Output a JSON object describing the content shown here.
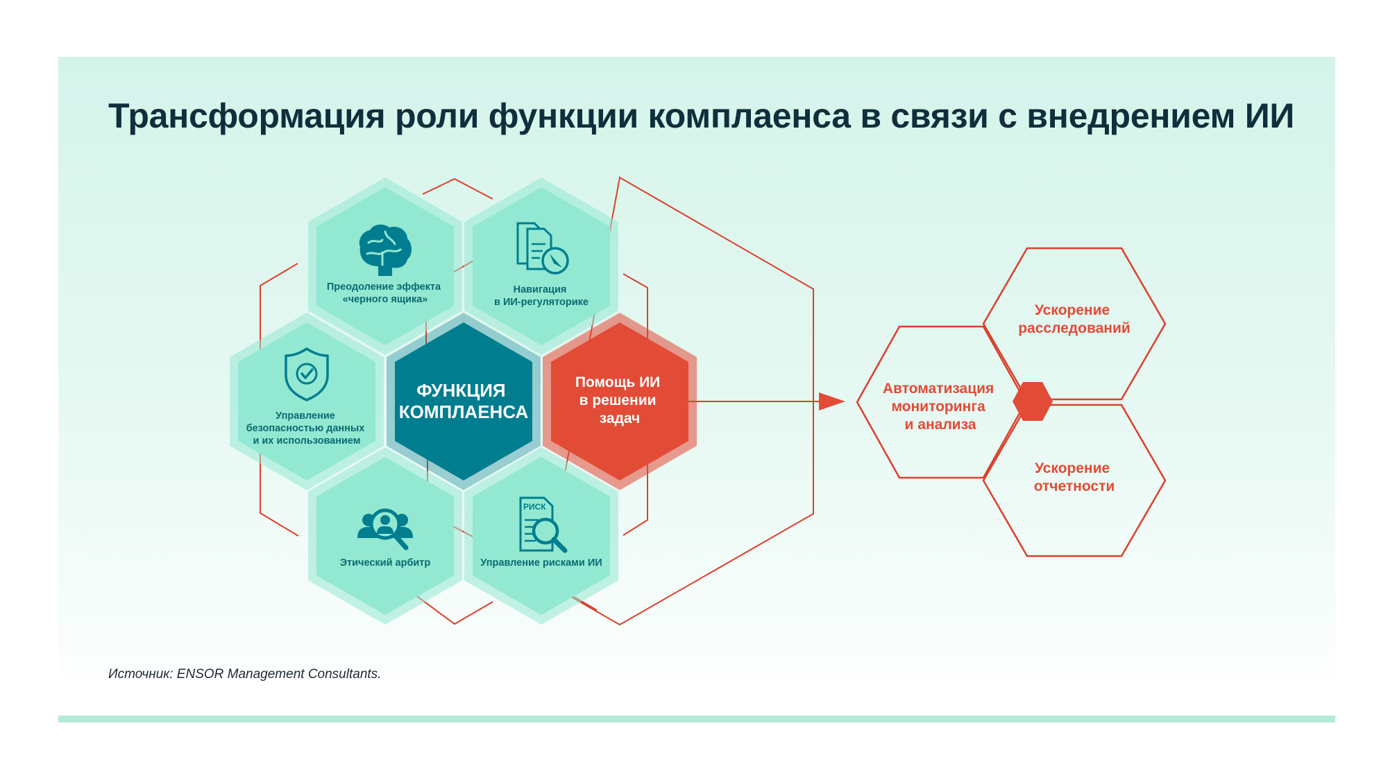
{
  "title": "Трансформация роли функции комплаенса в связи с внедрением ИИ",
  "source": "Источник: ENSOR Management Consultants.",
  "colors": {
    "teal_light": "#93e8d1",
    "teal_dark": "#007d8f",
    "teal_text": "#0a6a73",
    "red": "#e24b36",
    "red_line": "#dc3f2a",
    "title": "#0f2f3d"
  },
  "center": {
    "label_lines": [
      "ФУНКЦИЯ",
      "КОМПЛАЕНСА"
    ]
  },
  "ai_help": {
    "label_lines": [
      "Помощь ИИ",
      "в решении",
      "задач"
    ]
  },
  "roles": [
    {
      "id": "black-box",
      "icon": "brain-icon",
      "label_lines": [
        "Преодоление эффекта",
        "«черного ящика»"
      ]
    },
    {
      "id": "navigation",
      "icon": "documents-compass-icon",
      "label_lines": [
        "Навигация",
        "в ИИ-регуляторике"
      ]
    },
    {
      "id": "data-security",
      "icon": "shield-check-icon",
      "label_lines": [
        "Управление",
        "безопасностью данных",
        "и их использованием"
      ]
    },
    {
      "id": "ethical-arbiter",
      "icon": "people-search-icon",
      "label_lines": [
        "Этический арбитр"
      ]
    },
    {
      "id": "risk-management",
      "icon": "risk-document-icon",
      "icon_text": "РИСК",
      "label_lines": [
        "Управление рисками ИИ"
      ]
    }
  ],
  "outcomes": [
    {
      "id": "investigations",
      "label_lines": [
        "Ускорение",
        "расследований"
      ]
    },
    {
      "id": "automation",
      "label_lines": [
        "Автоматизация",
        "мониторинга",
        "и анализа"
      ]
    },
    {
      "id": "reporting",
      "label_lines": [
        "Ускорение",
        "отчетности"
      ]
    }
  ]
}
